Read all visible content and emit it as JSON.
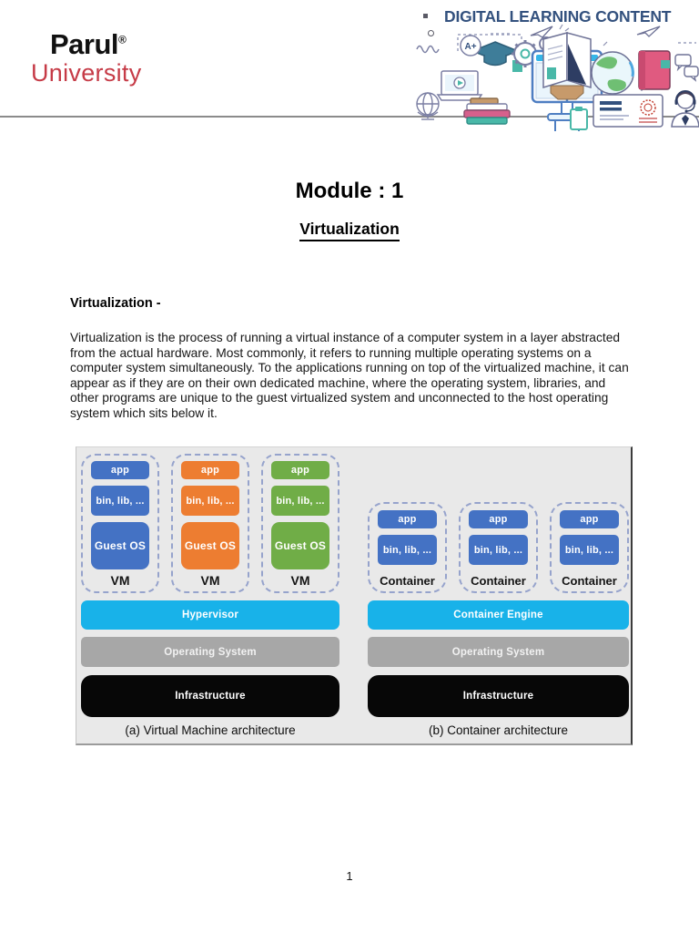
{
  "header": {
    "logo": {
      "name": "Parul",
      "registered_mark": "®",
      "subname": "University",
      "name_color": "#111111",
      "subname_color": "#C63B47"
    },
    "banner": {
      "title": "DIGITAL LEARNING CONTENT",
      "title_color": "#33517E",
      "illustration_icons": [
        "monitor",
        "open-book",
        "globe",
        "gears",
        "graduation-cap",
        "a-plus-badge",
        "laptop",
        "small-globe",
        "books-stack",
        "notebook",
        "paper-plane",
        "speech-bubbles",
        "certificate",
        "clipboard",
        "support-person",
        "squiggle",
        "dash-decorations"
      ]
    }
  },
  "titles": {
    "module": "Module : 1",
    "subtitle": "Virtualization"
  },
  "content": {
    "heading": "Virtualization -",
    "paragraph": "Virtualization is the process of running a virtual instance of a computer system in a layer abstracted from the actual hardware. Most commonly, it refers to running multiple operating systems on a computer system simultaneously. To the applications running on top of the virtualized machine, it can appear as if they are on their own dedicated machine, where the operating system, libraries, and other programs are unique to the guest virtualized system and unconnected to the host operating system which sits below it."
  },
  "diagram": {
    "background": "#E9E9E9",
    "vm": {
      "stacks": [
        {
          "app": "app",
          "bin": "bin, lib, ...",
          "os": "Guest OS",
          "label": "VM",
          "color": "#4472C4"
        },
        {
          "app": "app",
          "bin": "bin, lib, ...",
          "os": "Guest OS",
          "label": "VM",
          "color": "#ED7D31"
        },
        {
          "app": "app",
          "bin": "bin, lib, ...",
          "os": "Guest OS",
          "label": "VM",
          "color": "#70AD47"
        }
      ],
      "layers": [
        {
          "label": "Hypervisor",
          "bg": "#18B2E9",
          "fg": "#FFFFFF"
        },
        {
          "label": "Operating System",
          "bg": "#A7A7A7",
          "fg": "#FFFFFF"
        },
        {
          "label": "Infrastructure",
          "bg": "#070707",
          "fg": "#FFFFFF"
        }
      ],
      "caption": "(a) Virtual Machine architecture"
    },
    "container": {
      "stacks": [
        {
          "app": "app",
          "bin": "bin, lib, ...",
          "label": "Container",
          "color": "#4472C4"
        },
        {
          "app": "app",
          "bin": "bin, lib, ...",
          "label": "Container",
          "color": "#4472C4"
        },
        {
          "app": "app",
          "bin": "bin, lib, ...",
          "label": "Container",
          "color": "#4472C4"
        }
      ],
      "layers": [
        {
          "label": "Container Engine",
          "bg": "#18B2E9",
          "fg": "#FFFFFF"
        },
        {
          "label": "Operating System",
          "bg": "#A7A7A7",
          "fg": "#FFFFFF"
        },
        {
          "label": "Infrastructure",
          "bg": "#070707",
          "fg": "#FFFFFF"
        }
      ],
      "caption": "(b) Container architecture"
    }
  },
  "footer": {
    "page_number": "1"
  }
}
